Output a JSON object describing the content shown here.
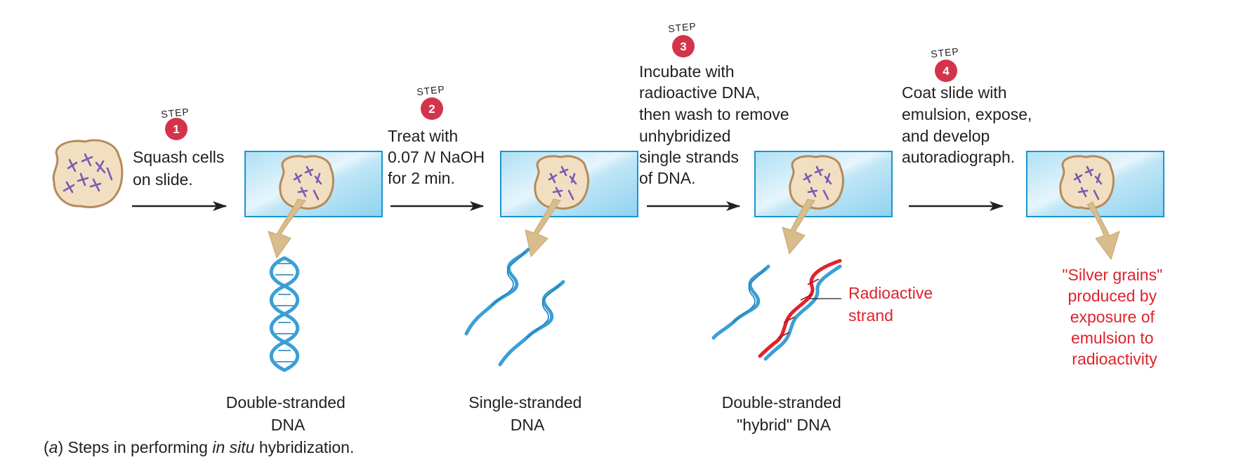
{
  "step_word": "STEP",
  "steps": [
    {
      "number": "1",
      "lines": [
        "Squash cells",
        "on slide."
      ]
    },
    {
      "number": "2",
      "lines_rich": [
        [
          "Treat with"
        ],
        [
          "0.07 ",
          "N",
          " NaOH"
        ],
        [
          "for 2 min."
        ]
      ]
    },
    {
      "number": "3",
      "lines": [
        "Incubate with",
        "radioactive DNA,",
        "then wash to remove",
        "unhybridized",
        "single strands",
        "of DNA."
      ]
    },
    {
      "number": "4",
      "lines": [
        "Coat slide with",
        "emulsion, expose,",
        "and develop",
        "autoradiograph."
      ]
    }
  ],
  "dna_labels": {
    "double": [
      "Double-stranded",
      "DNA"
    ],
    "single": [
      "Single-stranded",
      "DNA"
    ],
    "hybrid": [
      "Double-stranded",
      "\"hybrid\" DNA"
    ]
  },
  "radioactive_label": [
    "Radioactive",
    "strand"
  ],
  "silver_label": [
    "\"Silver grains\"",
    "produced by",
    "exposure of",
    "emulsion to",
    "radioactivity"
  ],
  "caption": {
    "prefix": "(",
    "letter": "a",
    "mid": ") Steps in performing ",
    "italic": "in situ",
    "suffix": " hybridization."
  },
  "colors": {
    "badge": "#d3344b",
    "cell_fill": "#f2dfc2",
    "cell_stroke": "#b58a5a",
    "chromosome": "#7d5ab0",
    "slide_fill": "#c8e7f4",
    "slide_stroke": "#1a95cf",
    "dna_blue": "#3a9fd6",
    "dna_red": "#e0222b",
    "pointer": "#d8bc8c",
    "label_red": "#e0222b"
  }
}
